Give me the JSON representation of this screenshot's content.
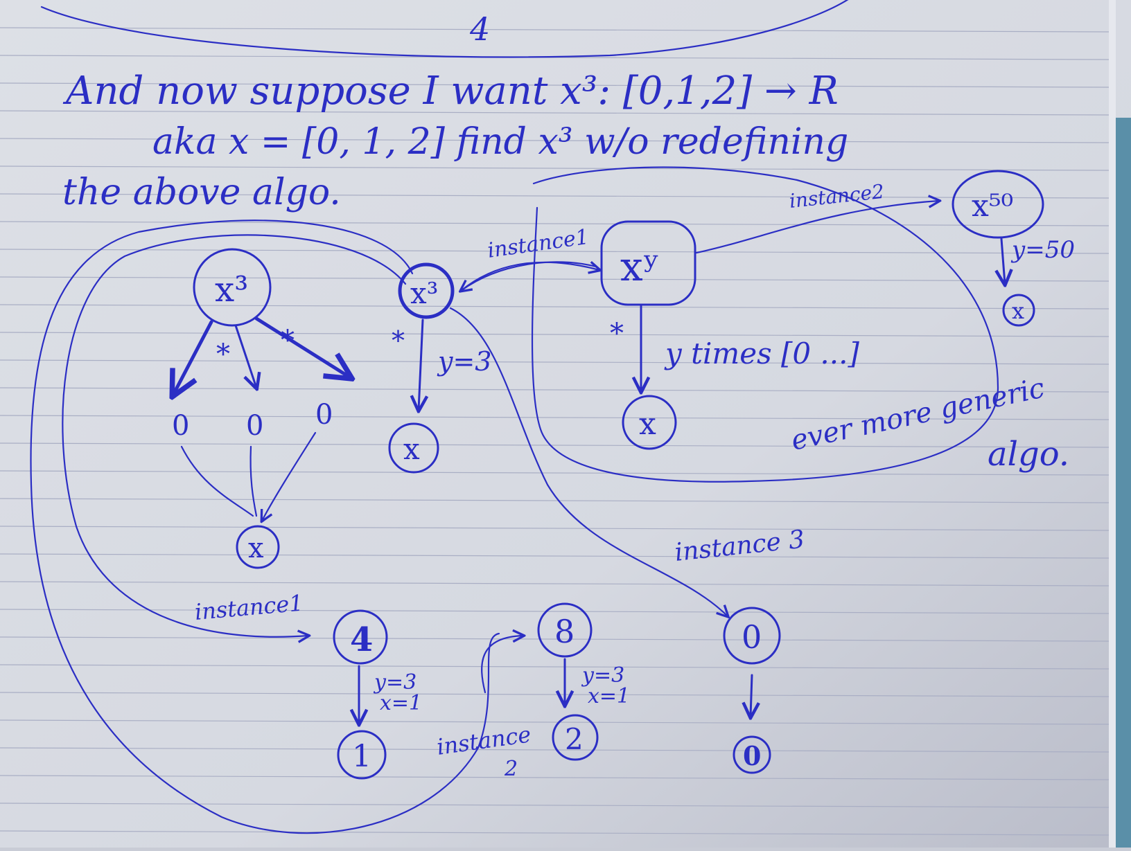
{
  "note": {
    "heading_lines": [
      "And now suppose I want x³: [0,1,2] → R",
      "aka x = [0, 1, 2]   find x³   w/o redefining",
      "the above algo."
    ],
    "top_fragment": "4",
    "labels": {
      "instance1_top": "instance1",
      "instance2_top": "instance2",
      "star_left": "*",
      "star_right": "*",
      "star_mid": "*",
      "star_xy": "*",
      "y_eq_3": "y=3",
      "y_times": "y times [0 ...]",
      "y_eq_50": "y=50",
      "more_generic": "ever more generic",
      "algo": "algo.",
      "instance3": "instance 3",
      "instance1_bottom": "instance1",
      "instance2_bottom_a": "instance",
      "instance2_bottom_b": "2",
      "yx_a_y": "y=3",
      "yx_a_x": "x=1",
      "yx_b_y": "y=3",
      "yx_b_x": "x=1"
    },
    "nodes": {
      "x3_left": "x³",
      "x3_mid": "x³",
      "xy": "xʸ",
      "x50": "x⁵⁰",
      "x_left_leaf": "x",
      "x_mid_leaf": "x",
      "x_xy_leaf": "x",
      "x_right_leaf": "x",
      "zero_a": "0",
      "zero_b": "0",
      "zero_c": "0",
      "n4": "4",
      "n8": "8",
      "n0": "0",
      "n1": "1",
      "n2": "2",
      "n0_bottom": "0"
    }
  },
  "colors": {
    "paper": "#dcdfe6",
    "ink": "#2b2ec4",
    "rule_line": "#a9aec4",
    "edge_strip": "#5a8fa8"
  }
}
